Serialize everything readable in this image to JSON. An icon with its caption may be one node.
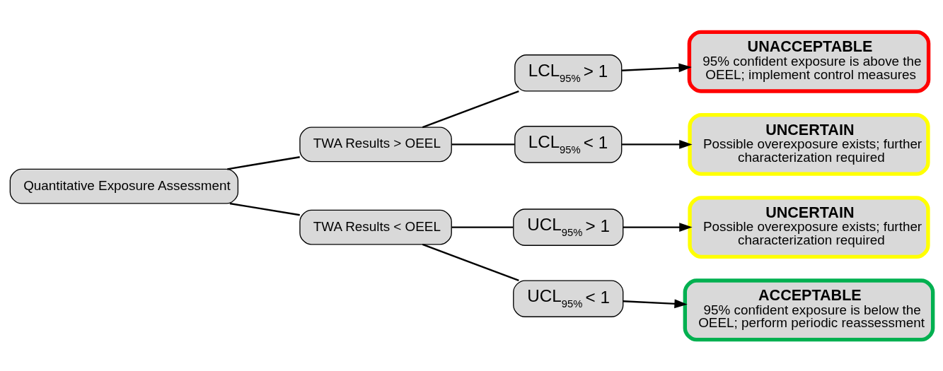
{
  "diagram": {
    "nodes": [
      {
        "text": [
          "Quantitative Exposure Assessment"
        ]
      },
      {
        "text": [
          "TWA Results > OEEL"
        ]
      },
      {
        "text": [
          "TWA Results < OEEL"
        ]
      },
      {
        "text": [
          "LCL$_{95%}$ > 1"
        ]
      },
      {
        "text": [
          "LCL$_{95%}$ < 1"
        ]
      },
      {
        "text": [
          "UCL$_{95%}$ > 1"
        ]
      },
      {
        "text": [
          "UCL$_{95%}$ < 1"
        ]
      },
      {
        "text": [
          "UNACCEPTABLE",
          "95% confident exposure is above the OEEL; implement control measures"
        ]
      },
      {
        "text": [
          "UNCERTAIN",
          "Possible overexposure exists; further characterization required"
        ]
      },
      {
        "text": [
          "UNCERTAIN",
          "Possible overexposure exists; further characterization required"
        ]
      },
      {
        "text": [
          "ACCEPTABLE",
          "95% confident exposure is below the OEEL; perform periodic reassessment"
        ]
      }
    ],
    "edges": [
      {
        "from": 0,
        "to": 1,
        "arrow": "none"
      },
      {
        "from": 0,
        "to": 2,
        "arrow": "none"
      },
      {
        "from": 1,
        "to": 3,
        "arrow": "none"
      },
      {
        "from": 1,
        "to": 4,
        "arrow": "none"
      },
      {
        "from": 2,
        "to": 5,
        "arrow": "none"
      },
      {
        "from": 2,
        "to": 6,
        "arrow": "none"
      },
      {
        "from": 3,
        "to": 7,
        "arrow": "to"
      },
      {
        "from": 4,
        "to": 8,
        "arrow": "to"
      },
      {
        "from": 5,
        "to": 9,
        "arrow": "to"
      },
      {
        "from": 6,
        "to": 10,
        "arrow": "to"
      }
    ]
  }
}
